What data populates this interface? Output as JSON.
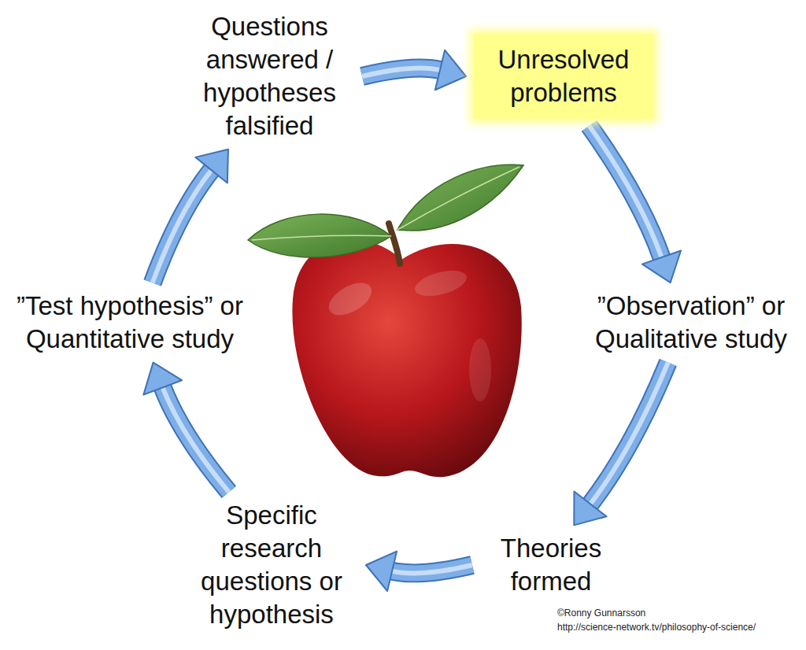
{
  "diagram": {
    "nodes": [
      {
        "text": [
          "Questions answered / hypotheses falsified"
        ]
      },
      {
        "text": [
          "Unresolved problems"
        ]
      },
      {
        "text": [
          "”Observation” or Qualitative study"
        ]
      },
      {
        "text": [
          "Theories formed"
        ]
      },
      {
        "text": [
          "Specific research questions or hypothesis"
        ]
      },
      {
        "text": [
          "”Test hypothesis” or Quantitative study"
        ]
      }
    ],
    "edges": [
      {
        "from": 0,
        "to": 1,
        "arrow": "to"
      },
      {
        "from": 1,
        "to": 2,
        "arrow": "to"
      },
      {
        "from": 2,
        "to": 3,
        "arrow": "to"
      },
      {
        "from": 3,
        "to": 4,
        "arrow": "to"
      },
      {
        "from": 4,
        "to": 5,
        "arrow": "to"
      },
      {
        "from": 5,
        "to": 0,
        "arrow": "to"
      }
    ],
    "labels": [
      "©Ronny Gunnarsson",
      "http://science-network.tv/philosophy-of-science/"
    ]
  }
}
